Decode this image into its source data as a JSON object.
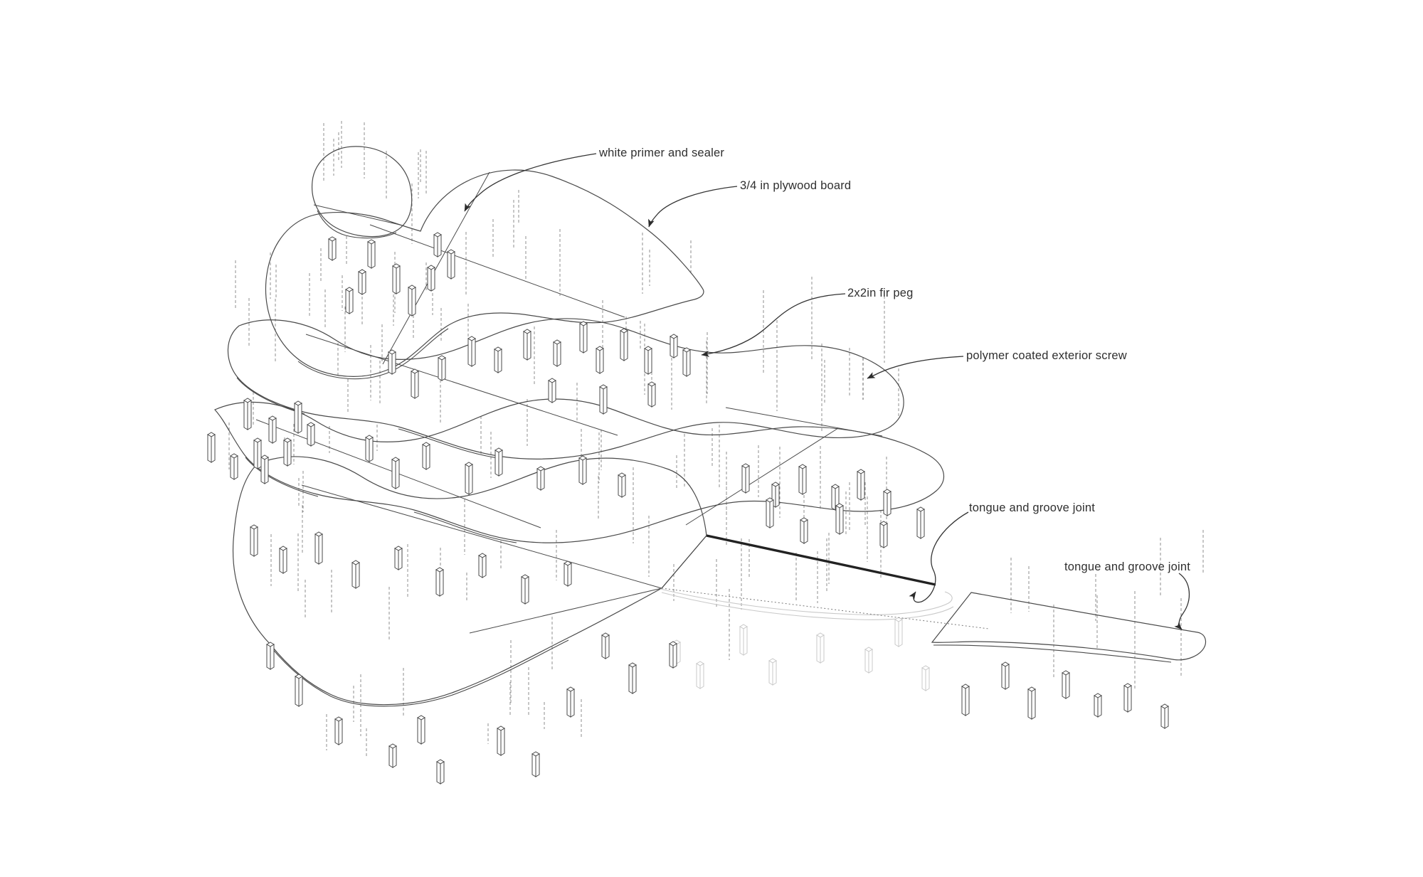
{
  "figure": {
    "type": "exploded axonometric construction diagram",
    "background_color": "#ffffff",
    "line_color": "#4a4a4a",
    "dash_color": "#8f8f8f",
    "ghost_color": "#c9c9c9",
    "bold_joint_color": "#222222",
    "text_color": "#2f2f2f"
  },
  "annotations": [
    {
      "id": "white-primer",
      "label": "white primer and sealer"
    },
    {
      "id": "plywood-board",
      "label": "3/4 in plywood board"
    },
    {
      "id": "fir-peg",
      "label": "2x2in fir peg"
    },
    {
      "id": "exterior-screw",
      "label": "polymer coated exterior screw"
    },
    {
      "id": "tongue-groove-1",
      "label": "tongue and groove joint"
    },
    {
      "id": "tongue-groove-2",
      "label": "tongue and groove joint"
    }
  ]
}
